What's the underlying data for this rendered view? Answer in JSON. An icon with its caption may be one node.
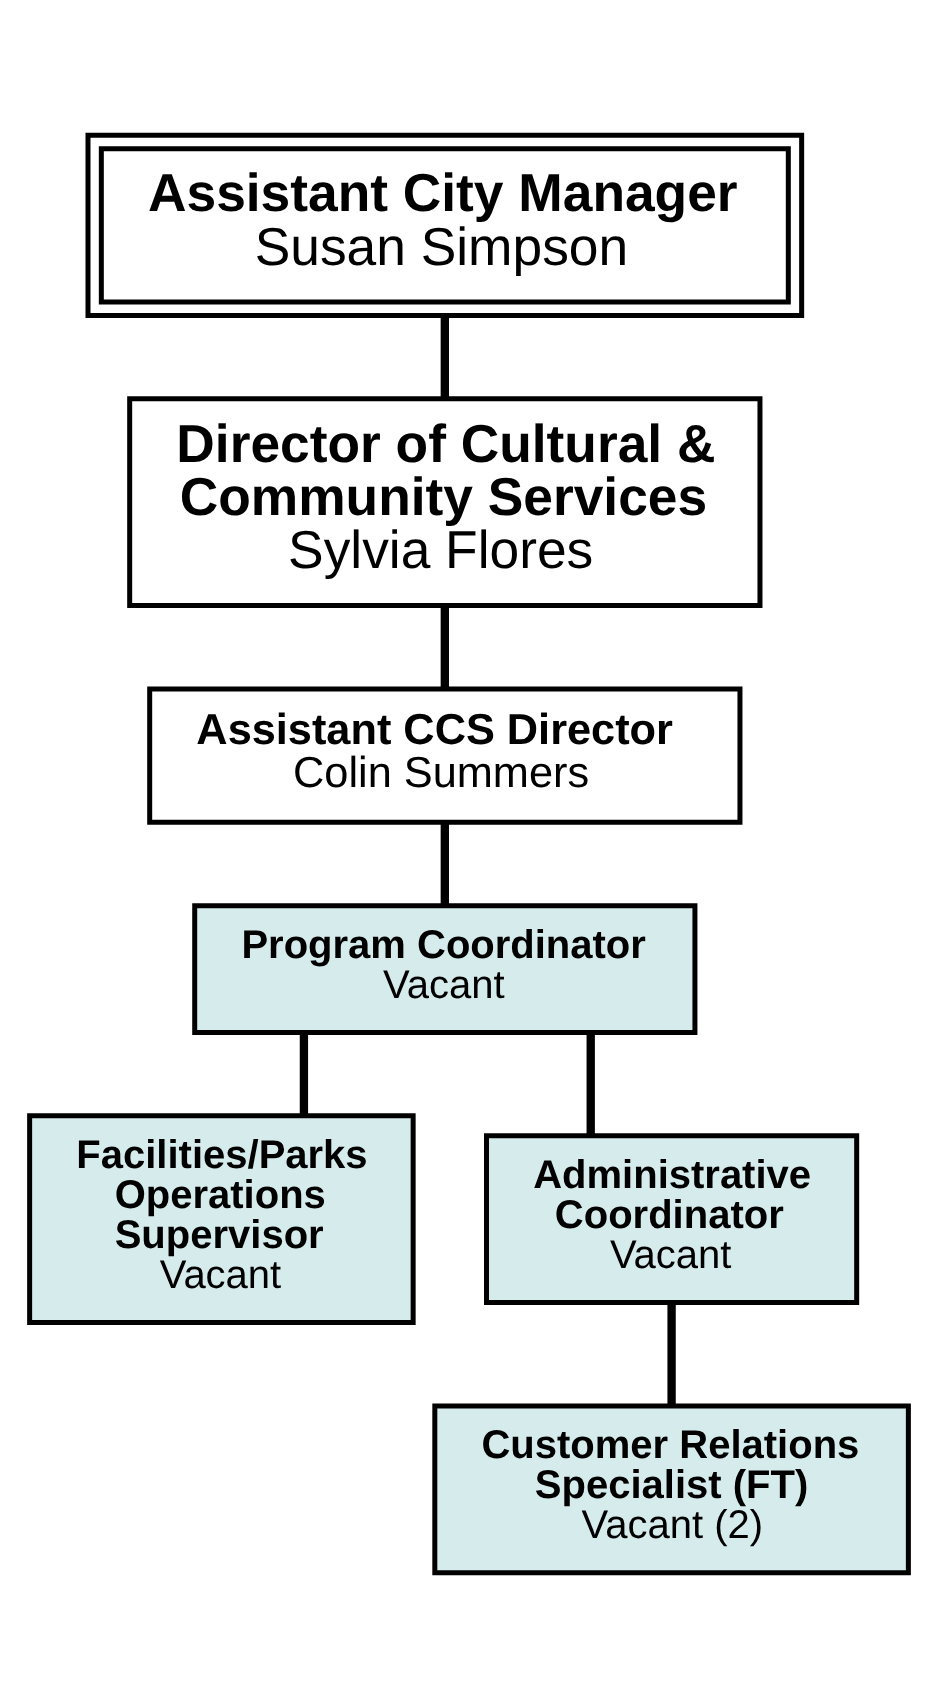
{
  "diagram": {
    "nodes": [
      {
        "text": [
          "Assistant City Manager",
          "Susan Simpson"
        ]
      },
      {
        "text": [
          "Director of Cultural & Community Services",
          "Sylvia Flores"
        ]
      },
      {
        "text": [
          "Assistant CCS Director",
          "Colin Summers"
        ]
      },
      {
        "text": [
          "Program Coordinator",
          "Vacant"
        ]
      },
      {
        "text": [
          "Facilities/Parks Operations Supervisor",
          "Vacant"
        ]
      },
      {
        "text": [
          "Administrative Coordinator",
          "Vacant"
        ]
      },
      {
        "text": [
          "Customer Relations Specialist (FT)",
          "Vacant (2)"
        ]
      }
    ],
    "edges": [
      {
        "from": 0,
        "to": 1,
        "arrow": "none"
      },
      {
        "from": 1,
        "to": 2,
        "arrow": "none"
      },
      {
        "from": 2,
        "to": 3,
        "arrow": "none"
      },
      {
        "from": 3,
        "to": 4,
        "arrow": "none"
      },
      {
        "from": 3,
        "to": 5,
        "arrow": "none"
      },
      {
        "from": 5,
        "to": 6,
        "arrow": "none"
      }
    ]
  }
}
